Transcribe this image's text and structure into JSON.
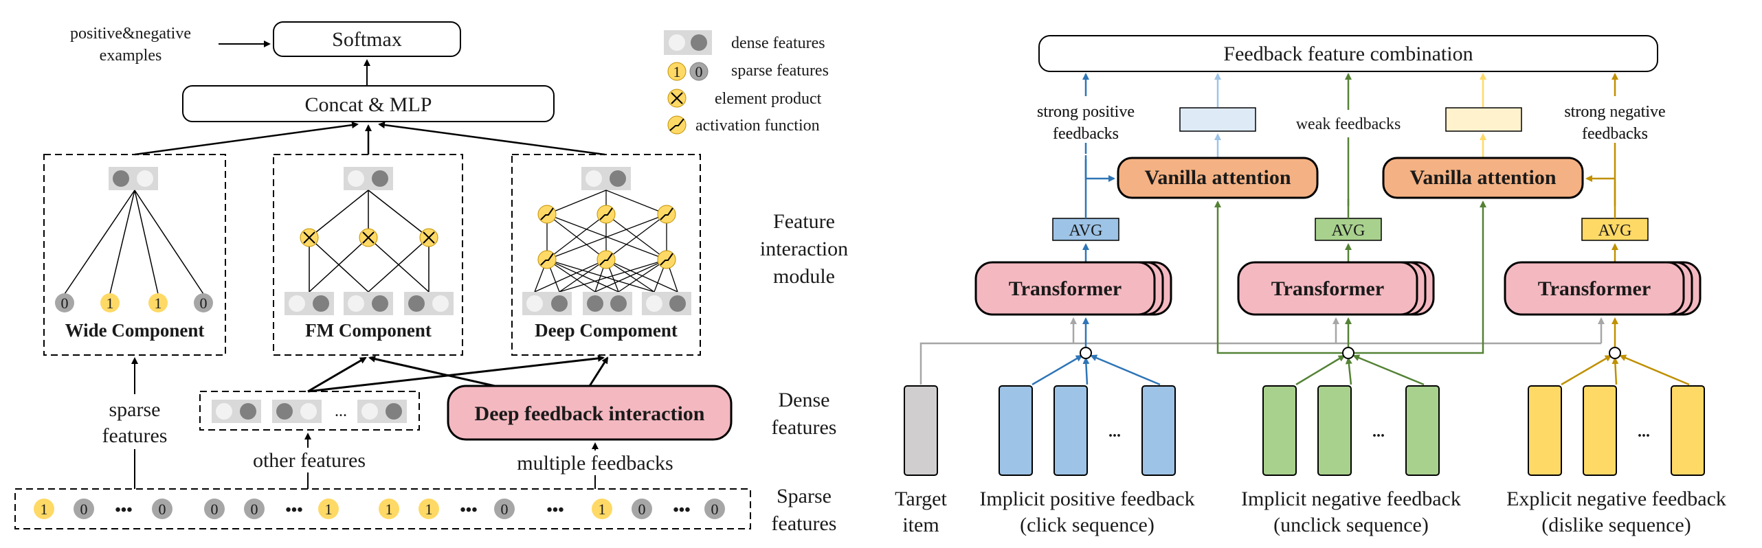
{
  "left": {
    "softmax": "Softmax",
    "concat_mlp": "Concat & MLP",
    "examples_label": [
      "positive&negative",
      "examples"
    ],
    "legend": {
      "dense": "dense features",
      "sparse": "sparse features",
      "product": "element product",
      "activation": "activation function",
      "sparse_icon_values": [
        "1",
        "0"
      ]
    },
    "wide": {
      "title": "Wide Component",
      "inputs": [
        "0",
        "1",
        "1",
        "0"
      ]
    },
    "fm": {
      "title": "FM Component"
    },
    "deep": {
      "title": "Deep Compoment"
    },
    "feature_module_label": [
      "Feature",
      "interaction",
      "module"
    ],
    "dense_label": [
      "Dense",
      "features"
    ],
    "sparse_label": [
      "Sparse",
      "features"
    ],
    "sparse_features_arrow_label": [
      "sparse",
      "features"
    ],
    "other_features": "other features",
    "dense_ellipsis": "...",
    "deep_feedback_box": "Deep feedback interaction",
    "multiple_feedbacks": "multiple feedbacks",
    "sparse_row": [
      "1",
      "0",
      "•••",
      "0",
      "0",
      "0",
      "•••",
      "1",
      "1",
      "1",
      "•••",
      "0",
      "•••",
      "1",
      "0",
      "•••",
      "0"
    ]
  },
  "right": {
    "combination": "Feedback feature combination",
    "strong_positive": [
      "strong positive",
      "feedbacks"
    ],
    "weak": "weak feedbacks",
    "strong_negative": [
      "strong negative",
      "feedbacks"
    ],
    "vanilla1": "Vanilla attention",
    "vanilla2": "Vanilla attention",
    "avg": [
      "AVG",
      "AVG",
      "AVG"
    ],
    "transformer": [
      "Transformer",
      "Transformer",
      "Transformer"
    ],
    "ellipsis": "...",
    "target_label": [
      "Target",
      "item"
    ],
    "pos_label": [
      "Implicit positive feedback",
      "(click sequence)"
    ],
    "neg_label": [
      "Implicit negative feedback",
      "(unclick sequence)"
    ],
    "dislike_label": [
      "Explicit negative feedback",
      "(dislike sequence)"
    ],
    "colors": {
      "blue": "#2e75b6",
      "green": "#548235",
      "gold": "#bf9000",
      "light_blue": "#9dc3e6",
      "light_gold": "#ffd966",
      "gray": "#a6a6a6"
    }
  }
}
